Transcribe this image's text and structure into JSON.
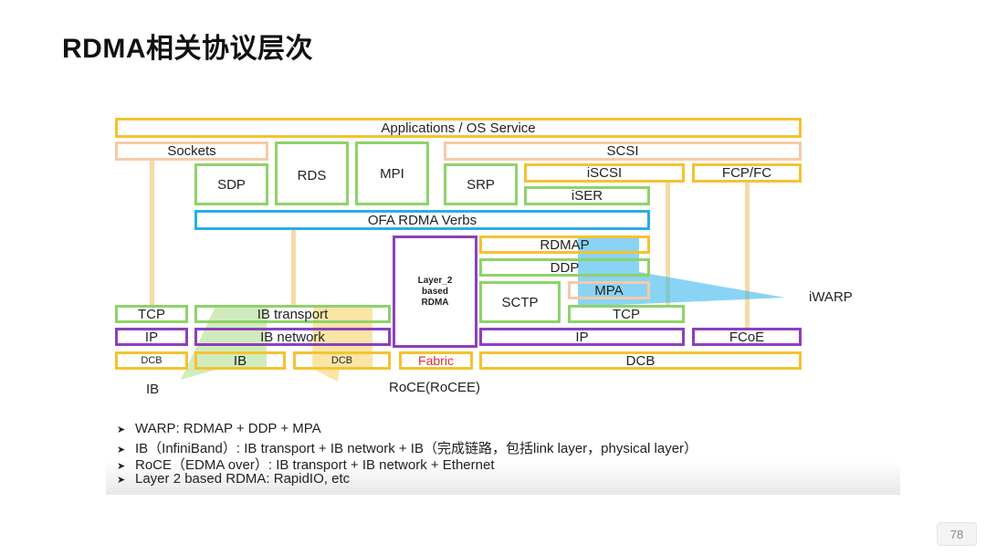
{
  "title": "RDMA相关协议层次",
  "diagram": {
    "applications": "Applications / OS Service",
    "sockets": "Sockets",
    "rds": "RDS",
    "mpi": "MPI",
    "scsi": "SCSI",
    "sdp": "SDP",
    "srp": "SRP",
    "iscsi": "iSCSI",
    "fcp_fc": "FCP/FC",
    "iser": "iSER",
    "ofa_verbs": "OFA RDMA Verbs",
    "rdmap": "RDMAP",
    "layer2_line1": "Layer_2",
    "layer2_line2": "based",
    "layer2_line3": "RDMA",
    "ddp": "DDP",
    "sctp": "SCTP",
    "mpa": "MPA",
    "tcp_left": "TCP",
    "ib_transport": "IB transport",
    "tcp_right": "TCP",
    "ip_left": "IP",
    "ib_network": "IB network",
    "ip_right": "IP",
    "fcoe": "FCoE",
    "dcb_left": "DCB",
    "ib": "IB",
    "dcb_mid": "DCB",
    "fabric": "Fabric",
    "dcb_right": "DCB",
    "label_iwarp": "iWARP",
    "label_ib": "IB",
    "label_roce": "RoCE(RoCEE)"
  },
  "notes": [
    "WARP: RDMAP + DDP + MPA",
    "IB（InfiniBand）: IB transport + IB network + IB（完成链路，包括link layer，physical layer）",
    "RoCE（EDMA over）: IB transport + IB network + Ethernet",
    "Layer 2 based RDMA:  RapidIO, etc"
  ],
  "note_bullet": "➤",
  "page_number": "78",
  "colors": {
    "yellow": "#f5c230",
    "green": "#8fd26a",
    "purple": "#8d3fbd",
    "peach": "#f7c9a8",
    "blue": "#28aee3",
    "fabric_text": "#e0302a"
  }
}
